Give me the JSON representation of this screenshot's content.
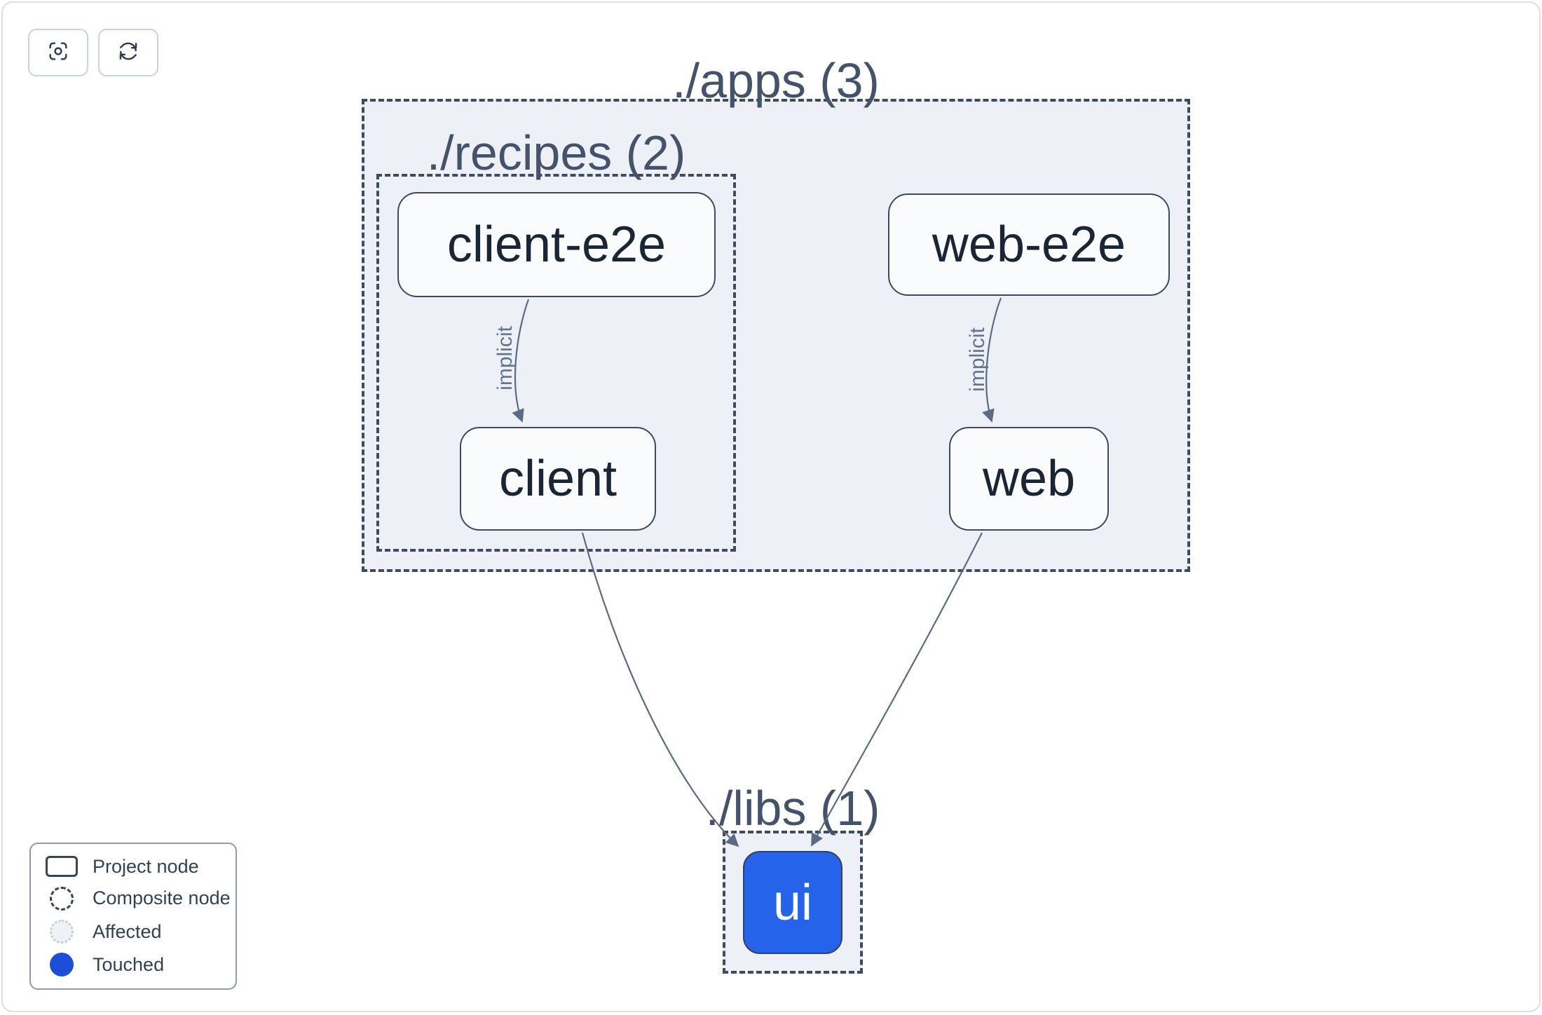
{
  "toolbar": {
    "buttons": [
      {
        "name": "center-graph",
        "icon": "focus-icon"
      },
      {
        "name": "refresh-graph",
        "icon": "refresh-icon"
      }
    ]
  },
  "graph": {
    "groups": [
      {
        "id": "apps",
        "label": "./apps (3)"
      },
      {
        "id": "recipes",
        "label": "./recipes (2)"
      },
      {
        "id": "libs",
        "label": "./libs (1)"
      }
    ],
    "nodes": [
      {
        "id": "client-e2e",
        "label": "client-e2e",
        "state": "default"
      },
      {
        "id": "web-e2e",
        "label": "web-e2e",
        "state": "default"
      },
      {
        "id": "client",
        "label": "client",
        "state": "default"
      },
      {
        "id": "web",
        "label": "web",
        "state": "default"
      },
      {
        "id": "ui",
        "label": "ui",
        "state": "touched"
      }
    ],
    "edges": [
      {
        "from": "client-e2e",
        "to": "client",
        "type": "implicit",
        "label": "implicit"
      },
      {
        "from": "web-e2e",
        "to": "web",
        "type": "implicit",
        "label": "implicit"
      },
      {
        "from": "client",
        "to": "ui",
        "type": "static",
        "label": ""
      },
      {
        "from": "web",
        "to": "ui",
        "type": "static",
        "label": ""
      }
    ]
  },
  "legend": {
    "items": [
      {
        "label": "Project node",
        "swatch": "project-node"
      },
      {
        "label": "Composite node",
        "swatch": "composite-node"
      },
      {
        "label": "Affected",
        "swatch": "affected"
      },
      {
        "label": "Touched",
        "swatch": "touched"
      }
    ]
  },
  "colors": {
    "touched_node_fill": "#2563eb",
    "legend_touched_dot": "#1d4ed8",
    "container_fill": "#edf1f7",
    "dashed_border": "#3e4c61",
    "node_border": "#3c4a5f",
    "node_fill": "#fafbfd",
    "edge_stroke": "#5c6b83",
    "group_title_text": "#44536a",
    "node_text": "#1b2534",
    "legend_text": "#334155"
  }
}
